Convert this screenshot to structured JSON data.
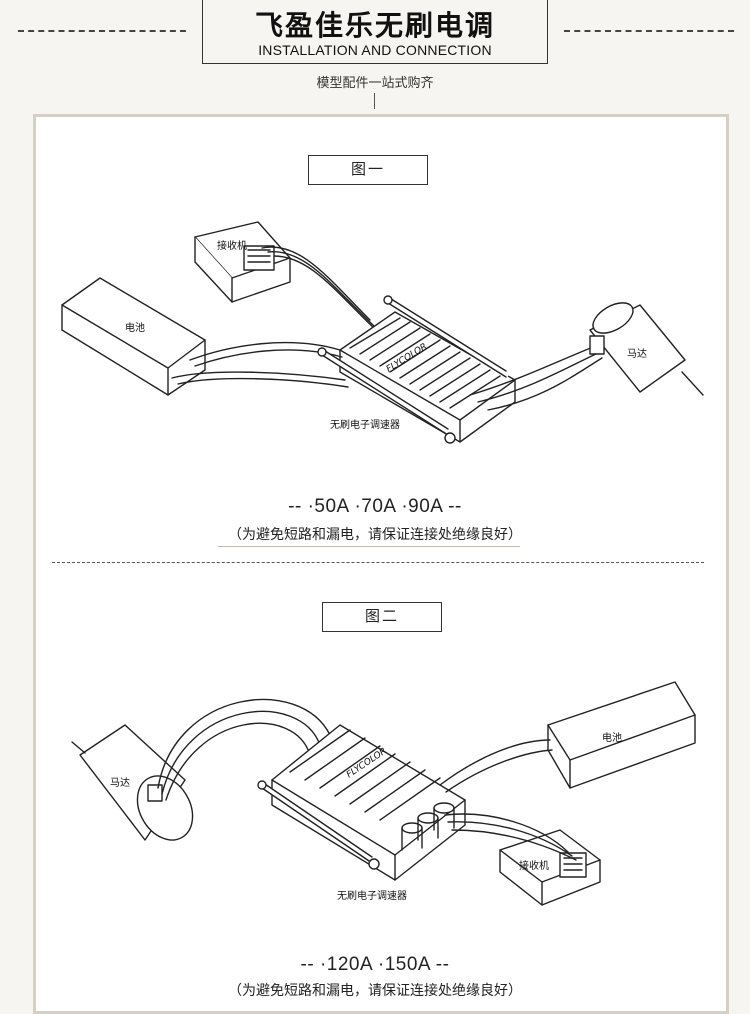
{
  "header": {
    "title": "飞盈佳乐无刷电调",
    "subtitle": "INSTALLATION AND CONNECTION",
    "tagline": "模型配件一站式购齐"
  },
  "figure1": {
    "label": "图一",
    "parts": {
      "receiver": "接收机",
      "battery": "电池",
      "motor": "马达",
      "esc": "无刷电子调速器",
      "brand": "FLYCOLOR"
    },
    "models": "-- ·50A ·70A ·90A --",
    "note": "（为避免短路和漏电，请保证连接处绝缘良好）"
  },
  "figure2": {
    "label": "图二",
    "parts": {
      "receiver": "接收机",
      "battery": "电池",
      "motor": "马达",
      "esc": "无刷电子调速器",
      "brand": "FLYCOLOR"
    },
    "models": "-- ·120A ·150A --",
    "note": "（为避免短路和漏电，请保证连接处绝缘良好）"
  }
}
